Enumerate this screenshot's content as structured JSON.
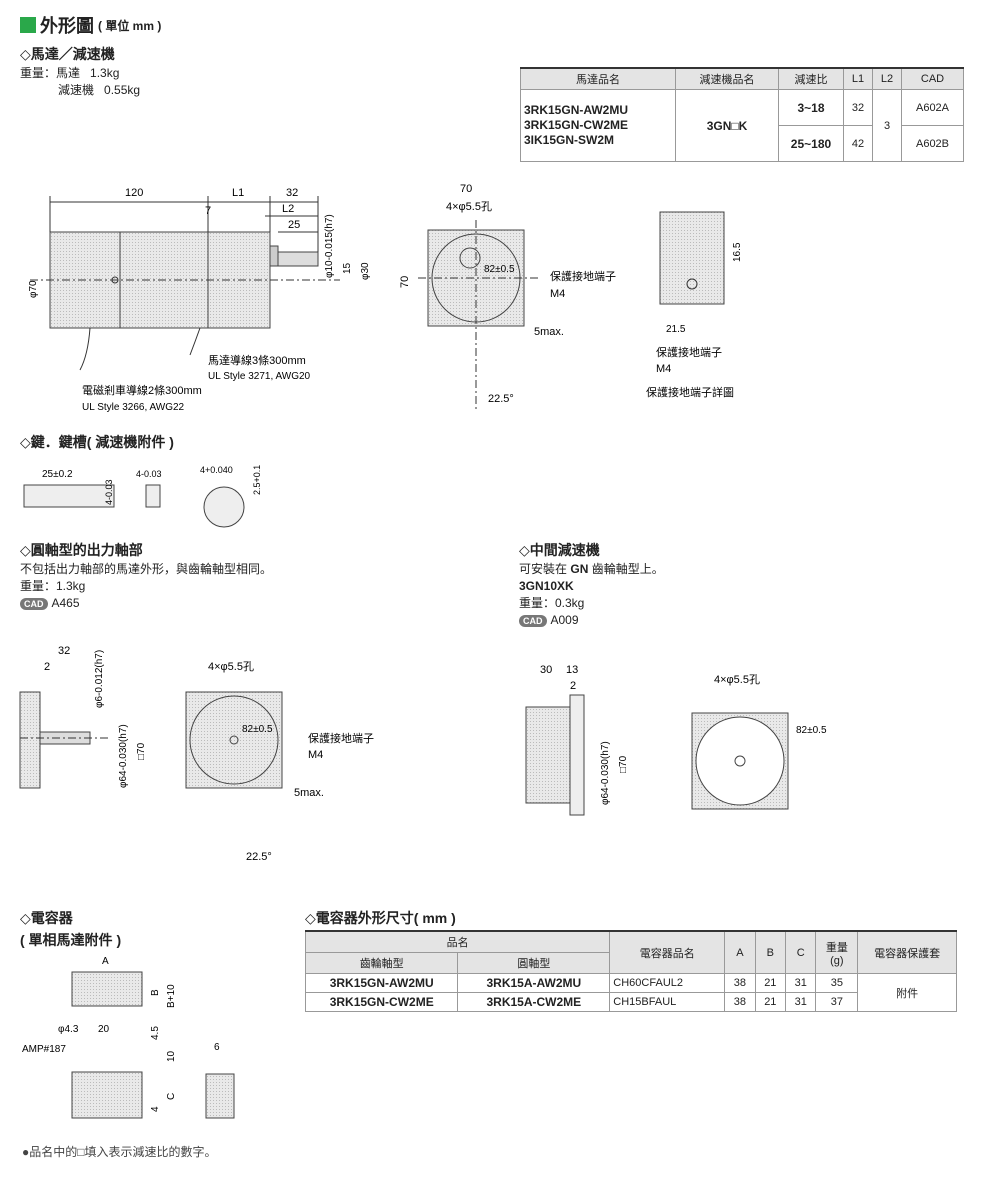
{
  "page": {
    "title": "外形圖",
    "unit": "( 單位 mm )",
    "footnote": "●品名中的□填入表示減速比的數字。"
  },
  "motor": {
    "heading": "◇馬達／減速機",
    "weight_label": "重量：馬達",
    "weight_motor": "1.3kg",
    "gearbox_label": "減速機",
    "weight_gearbox": "0.55kg"
  },
  "spec_table": {
    "headers": [
      "馬達品名",
      "減速機品名",
      "減速比",
      "L1",
      "L2",
      "CAD"
    ],
    "motors": [
      "3RK15GN-AW2MU",
      "3RK15GN-CW2ME",
      "3IK15GN-SW2M"
    ],
    "gearbox": "3GN□K",
    "rows": [
      {
        "ratio": "3~18",
        "l1": "32",
        "cad": "A602A"
      },
      {
        "ratio": "25~180",
        "l1": "42",
        "cad": "A602B"
      }
    ],
    "l2": "3"
  },
  "main_drawing": {
    "d120": "120",
    "dL1": "L1",
    "d32": "32",
    "d7": "7",
    "dL2": "L2",
    "d25": "25",
    "shaft_dia": "φ10-0.015(h7)",
    "d15": "15",
    "d30": "φ30",
    "d70v": "φ70",
    "lead_motor": "馬達導線3條300mm",
    "lead_motor_spec": "UL Style 3271, AWG20",
    "lead_brake": "電磁剎車導線2條300mm",
    "lead_brake_spec": "UL Style 3266, AWG22",
    "front_70h": "70",
    "front_70v": "70",
    "holes": "4×φ5.5孔",
    "pcd": "82±0.5",
    "ground": "保護接地端子",
    "m4": "M4",
    "max5": "5max.",
    "angle": "22.5°",
    "detail_165": "16.5",
    "detail_215": "21.5",
    "detail_ground": "保護接地端子",
    "detail_m4": "M4",
    "detail_title": "保護接地端子詳圖"
  },
  "key": {
    "heading": "◇鍵．鍵槽( 減速機附件 )",
    "d25": "25±0.2",
    "d4a": "4-0.03",
    "d4b": "4-0.03",
    "d4c": "4+0.040",
    "d25b": "2.5+0.1"
  },
  "round_shaft": {
    "heading": "◇圓軸型的出力軸部",
    "desc": "不包括出力軸部的馬達外形，與齒輪軸型相同。",
    "weight": "重量：1.3kg",
    "cad_tag": "CAD",
    "cad": "A465",
    "d32": "32",
    "d2": "2",
    "shaft": "φ6-0.012(h7)",
    "body": "φ64-0.030(h7)",
    "sq70": "□70",
    "holes": "4×φ5.5孔",
    "pcd": "82±0.5",
    "ground": "保護接地端子",
    "m4": "M4",
    "max5": "5max.",
    "angle": "22.5°"
  },
  "mid_gear": {
    "heading": "◇中間減速機",
    "desc_pre": "可安裝在",
    "desc_bold": "GN",
    "desc_post": "齒輪軸型上。",
    "model": "3GN10XK",
    "weight": "重量：0.3kg",
    "cad_tag": "CAD",
    "cad": "A009",
    "d30": "30",
    "d13": "13",
    "d2": "2",
    "body": "φ64-0.030(h7)",
    "sq70": "□70",
    "holes": "4×φ5.5孔",
    "pcd": "82±0.5"
  },
  "capacitor": {
    "heading": "◇電容器",
    "sub": "( 單相馬達附件 )",
    "dA": "A",
    "dB": "B",
    "dB10": "B+10",
    "d43": "φ4.3",
    "d20": "20",
    "d45": "4.5",
    "amp": "AMP#187",
    "d10": "10",
    "d6": "6",
    "d4": "4",
    "dC": "C"
  },
  "cap_table": {
    "heading": "◇電容器外形尺寸( mm )",
    "h_name": "品名",
    "h_gear": "齒輪軸型",
    "h_round": "圓軸型",
    "h_cap": "電容器品名",
    "h_a": "A",
    "h_b": "B",
    "h_c": "C",
    "h_w": "重量(g)",
    "h_cover": "電容器保護套",
    "rows": [
      {
        "gear": "3RK15GN-AW2MU",
        "round": "3RK15A-AW2MU",
        "cap": "CH60CFAUL2",
        "a": "38",
        "b": "21",
        "c": "31",
        "w": "35"
      },
      {
        "gear": "3RK15GN-CW2ME",
        "round": "3RK15A-CW2ME",
        "cap": "CH15BFAUL",
        "a": "38",
        "b": "21",
        "c": "31",
        "w": "37"
      }
    ],
    "cover": "附件"
  }
}
